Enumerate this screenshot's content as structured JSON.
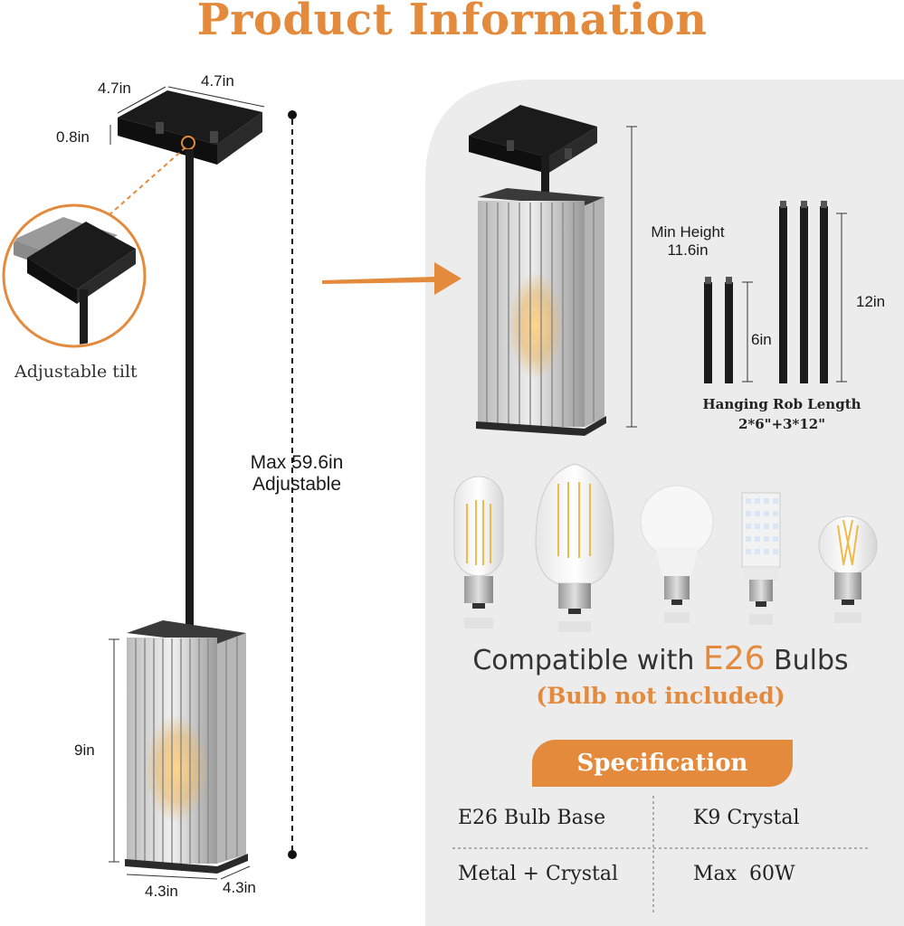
{
  "header": {
    "title": "Product Information"
  },
  "dimensions": {
    "canopy_depth": "4.7in",
    "canopy_width": "4.7in",
    "canopy_height": "0.8in",
    "max_height_line1": "Max 59.6in",
    "max_height_line2": "Adjustable",
    "shade_height": "9in",
    "shade_depth": "4.3in",
    "shade_width": "4.3in"
  },
  "tilt": {
    "label": "Adjustable tilt"
  },
  "min_height": {
    "line1": "Min Height",
    "line2": "11.6in"
  },
  "rods": {
    "short_length": "6in",
    "long_length": "12in",
    "title_line1": "Hanging Rob Length",
    "title_line2": "2*6\"+3*12\""
  },
  "bulbs": {
    "compat_prefix": "Compatible with ",
    "compat_accent": "E26",
    "compat_suffix": " Bulbs",
    "note": "(Bulb not included)"
  },
  "specification": {
    "title": "Specification",
    "rows": [
      [
        "E26 Bulb Base",
        "K9 Crystal"
      ],
      [
        "Metal + Crystal",
        "Max  60W"
      ]
    ]
  },
  "colors": {
    "accent": "#e38a3d",
    "panel": "#ececec",
    "metal": "#1b1b1b"
  }
}
